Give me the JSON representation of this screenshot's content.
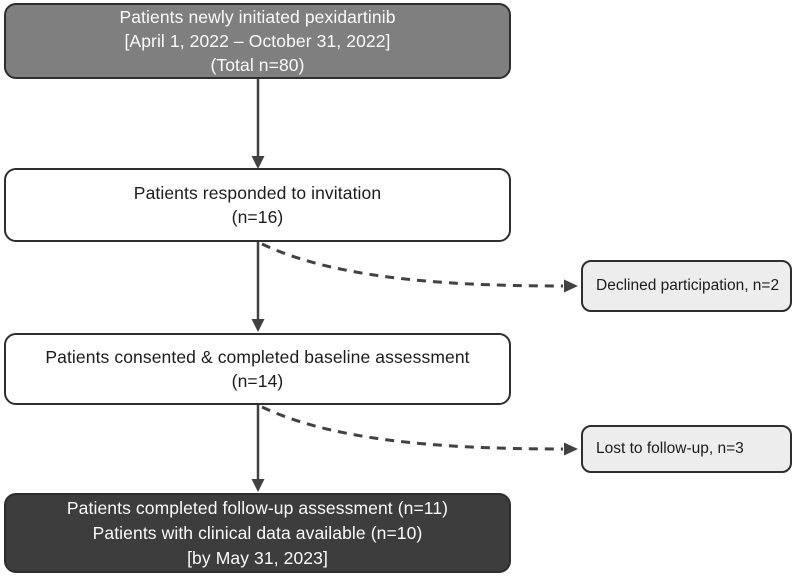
{
  "diagram": {
    "box_initiated": {
      "line1": "Patients newly initiated pexidartinib",
      "line2": "[April 1, 2022 – October 31, 2022]",
      "line3": "(Total n=80)"
    },
    "box_responded": {
      "line1": "Patients responded to invitation",
      "line2": "(n=16)"
    },
    "box_consented": {
      "line1": "Patients consented & completed baseline assessment",
      "line2": "(n=14)"
    },
    "box_completed": {
      "line1": "Patients completed follow-up assessment (n=11)",
      "line2": "Patients with clinical data available (n=10)",
      "line3": "[by May 31, 2023]"
    },
    "box_declined": {
      "label": "Declined participation, n=2"
    },
    "box_lost": {
      "label": "Lost to follow-up, n=3"
    }
  },
  "colors": {
    "bg": "#ffffff",
    "box_top_fill": "#7f7f7f",
    "box_bottom_fill": "#3d3d3d",
    "box_white_fill": "#ffffff",
    "side_fill": "#ededed",
    "border_color": "#2e2e2e",
    "arrow_color": "#424242",
    "text_light": "#fafafa",
    "text_dark": "#1c1c1c"
  }
}
